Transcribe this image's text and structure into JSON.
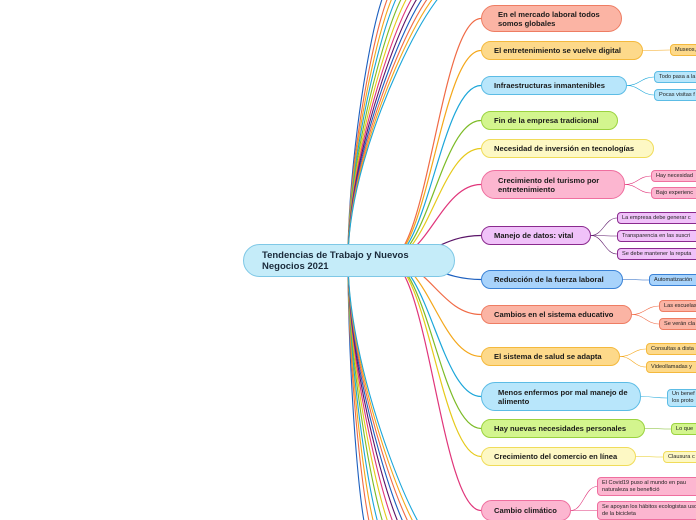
{
  "center": {
    "label": "Tendencias de Trabajo y Nuevos Negocios 2021"
  },
  "topics": [
    {
      "label": "En el mercado laboral todos somos globales",
      "color": "#fbb4a4",
      "border": "#ee7d63",
      "line": "#f06a45",
      "leaves": []
    },
    {
      "label": "El entretenimiento se vuelve digital",
      "color": "#fdd98a",
      "border": "#f4b93d",
      "line": "#f4a71a",
      "leaves": [
        {
          "label": "Museos,"
        }
      ]
    },
    {
      "label": "Infraestructuras inmantenibles",
      "color": "#b8e6fb",
      "border": "#5cbce5",
      "line": "#1ba6d9",
      "leaves": [
        {
          "label": "Todo pasa a la"
        },
        {
          "label": "Pocas visitas f"
        }
      ]
    },
    {
      "label": "Fin de la empresa tradicional",
      "color": "#d3f58e",
      "border": "#9bd33f",
      "line": "#7cbb26",
      "leaves": []
    },
    {
      "label": "Necesidad de inversión en tecnologías",
      "color": "#fdf8c4",
      "border": "#f0dc5a",
      "line": "#e6c91a",
      "leaves": []
    },
    {
      "label": "Crecimiento del turismo por entretenimiento",
      "color": "#fcb6d0",
      "border": "#ef6f9f",
      "line": "#e0357a",
      "leaves": [
        {
          "label": "Hay necesidad"
        },
        {
          "label": "Bajo experienc"
        }
      ]
    },
    {
      "label": "Manejo de datos: vital",
      "color": "#f0c2f9",
      "border": "#8a2a8e",
      "line": "#5a1468",
      "leaves": [
        {
          "label": "La empresa debe generar c"
        },
        {
          "label": "Transparencia en las suscri"
        },
        {
          "label": "Se debe mantener la reputa"
        }
      ]
    },
    {
      "label": "Reducción de la fuerza laboral",
      "color": "#a8d3fb",
      "border": "#3a82d6",
      "line": "#1c5fbf",
      "leaves": [
        {
          "label": "Automatización"
        }
      ]
    },
    {
      "label": "Cambios en el sistema educativo",
      "color": "#fbb4a4",
      "border": "#ee7d63",
      "line": "#f06a45",
      "leaves": [
        {
          "label": "Las escuelas"
        },
        {
          "label": "Se verán cla"
        }
      ]
    },
    {
      "label": "El sistema de salud se adapta",
      "color": "#fdd98a",
      "border": "#f4b93d",
      "line": "#f4a71a",
      "leaves": [
        {
          "label": "Consultas a dista"
        },
        {
          "label": "Videollamadas y"
        }
      ]
    },
    {
      "label": "Menos enfermos por mal manejo de alimento",
      "color": "#b8e6fb",
      "border": "#5cbce5",
      "line": "#1ba6d9",
      "leaves": [
        {
          "label": "Un benef los proto"
        }
      ]
    },
    {
      "label": "Hay nuevas necesidades personales",
      "color": "#d3f58e",
      "border": "#9bd33f",
      "line": "#7cbb26",
      "leaves": [
        {
          "label": "Lo que"
        }
      ]
    },
    {
      "label": "Crecimiento del comercio en línea",
      "color": "#fdf8c4",
      "border": "#f0dc5a",
      "line": "#e6c91a",
      "leaves": [
        {
          "label": "Clausura c"
        }
      ]
    },
    {
      "label": "Cambio climático",
      "color": "#fcb6d0",
      "border": "#ef6f9f",
      "line": "#e0357a",
      "leaves": [
        {
          "label": "El Covid19 puso al mundo en pau naturaleza se benefició"
        },
        {
          "label": "Se apoyan los hábitos ecologistas uso de la bicicleta"
        }
      ]
    }
  ],
  "offscreen_branch_colors": [
    "#1c5fbf",
    "#f06a45",
    "#f4a71a",
    "#1ba6d9",
    "#7cbb26",
    "#e6c91a",
    "#e0357a",
    "#5a1468",
    "#1c5fbf",
    "#f06a45",
    "#f4a71a",
    "#1ba6d9"
  ]
}
